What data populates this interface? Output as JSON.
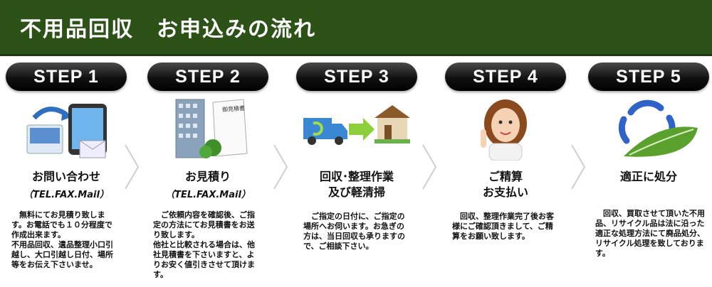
{
  "header": {
    "title": "不用品回収　お申込みの流れ"
  },
  "steps": [
    {
      "badge": "STEP 1",
      "title": "お問い合わせ",
      "sub": "（TEL.FAX.Mail）",
      "desc": "無料にてお見積り致します。お電話でも１０分程度で作成出来ます。\n不用品回収、遺品整理小口引越し、大口引越し日付、場所等をお伝え下さいませ。",
      "icon": "phone-mail-icon"
    },
    {
      "badge": "STEP 2",
      "title": "お見積り",
      "sub": "（TEL.FAX.Mail）",
      "desc": "ご依頼内容を確認後、ご指定の方法にてお見積書をお送り致します。\n他社と比較される場合は、他社見積書を下さいますと、よりお安く値引きさせて頂けます。",
      "icon": "building-estimate-icon",
      "doc_label": "御見積書"
    },
    {
      "badge": "STEP 3",
      "title": "回収･整理作業",
      "title2": "及び軽清掃",
      "desc": "ご指定の日付に、ご指定の場所へお伺います。お急ぎの方は、当日回収も承りますので、ご相談下さい。",
      "icon": "truck-house-icon"
    },
    {
      "badge": "STEP 4",
      "title": "ご精算",
      "title2": "お支払い",
      "desc": "回収、整理作業完了後お客様にご確認頂きまして、ご精算をお願い致します。",
      "icon": "staff-woman-icon"
    },
    {
      "badge": "STEP 5",
      "title": "適正に処分",
      "desc": "回収、買取させて頂いた不用品、リサイクル品は法に沿った適正な処理方法にて廃品処分、リサイクル処理を致しております。",
      "icon": "recycle-leaf-icon"
    }
  ],
  "colors": {
    "header_bg": "#2c5218",
    "badge_bg": "#111111",
    "leaf": "#5aa02c",
    "arrow": "#8ccf3a"
  }
}
